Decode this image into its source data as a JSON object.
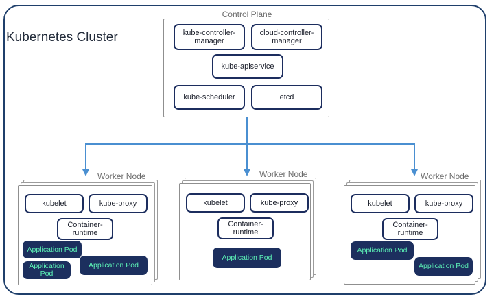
{
  "cluster": {
    "title": "Kubernetes Cluster"
  },
  "control_plane": {
    "title": "Control Plane",
    "components": {
      "kube_controller_manager": "kube-controller-\nmanager",
      "cloud_controller_manager": "cloud-controller-\nmanager",
      "kube_apiservice": "kube-apiservice",
      "kube_scheduler": "kube-scheduler",
      "etcd": "etcd"
    }
  },
  "worker_nodes": [
    {
      "title": "Worker Node",
      "kubelet": "kubelet",
      "kube_proxy": "kube-proxy",
      "container_runtime": "Container-\nruntime",
      "pods": [
        "Application Pod",
        "Application\nPod",
        "Application Pod"
      ]
    },
    {
      "title": "Worker Node",
      "kubelet": "kubelet",
      "kube_proxy": "kube-proxy",
      "container_runtime": "Container-\nruntime",
      "pods": [
        "Application Pod"
      ]
    },
    {
      "title": "Worker Node",
      "kubelet": "kubelet",
      "kube_proxy": "kube-proxy",
      "container_runtime": "Container-\nruntime",
      "pods": [
        "Application Pod",
        "Application Pod"
      ]
    }
  ],
  "colors": {
    "cluster_border": "#1f3f6b",
    "arrow": "#4a8fd1",
    "pod_fill": "#1c2f5e",
    "pod_text": "#5cf2b6"
  }
}
